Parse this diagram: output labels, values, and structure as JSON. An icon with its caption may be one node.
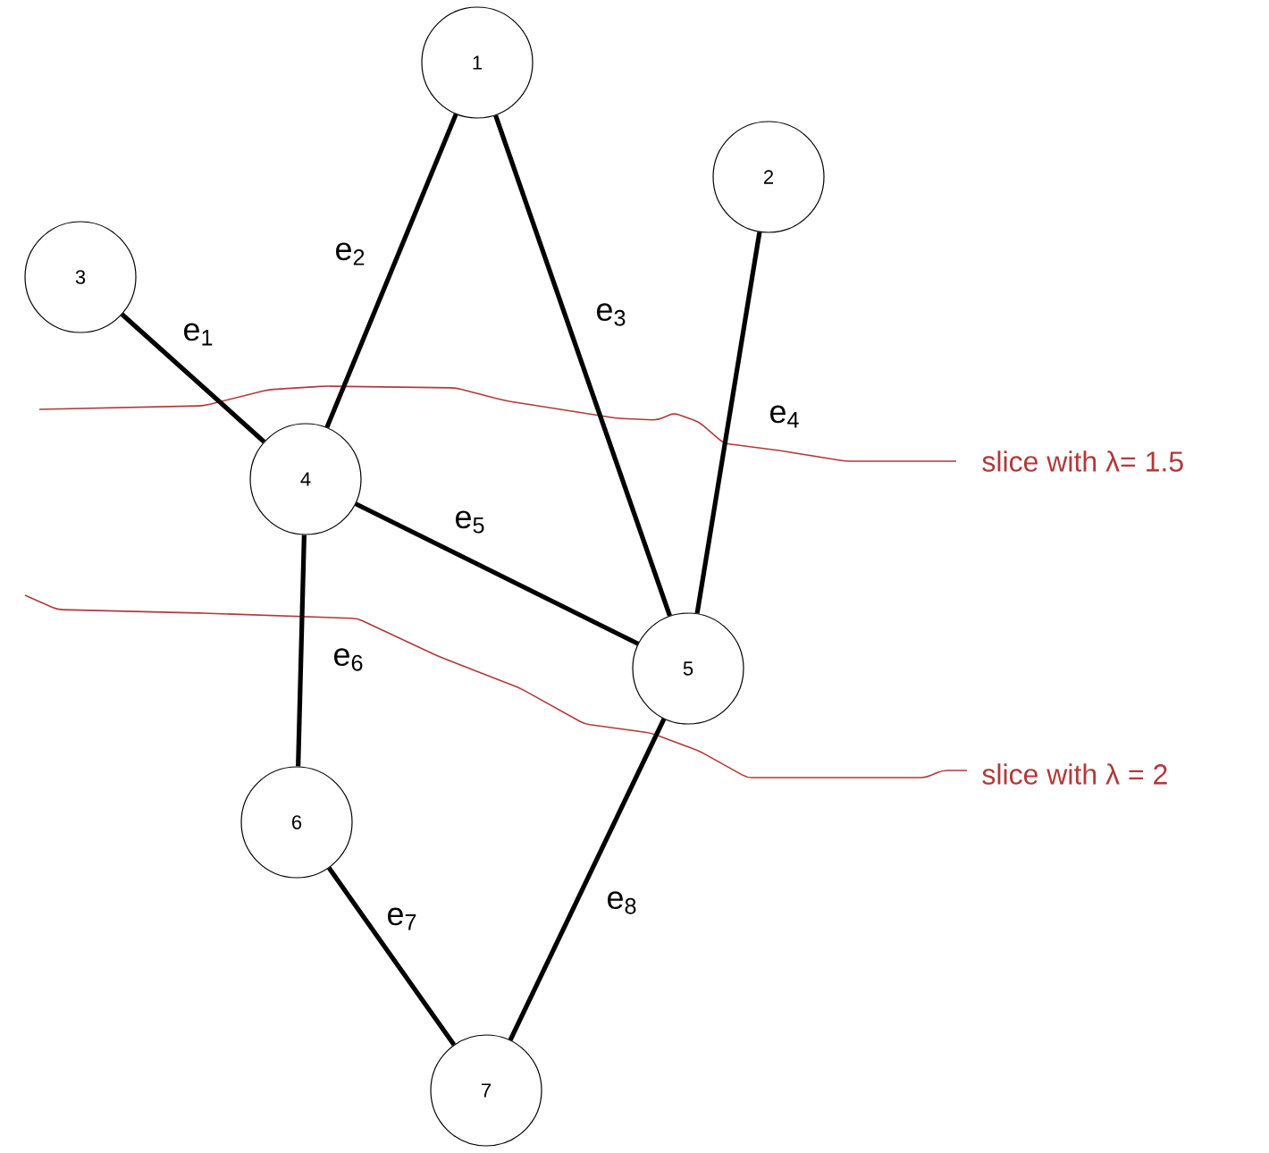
{
  "diagram": {
    "nodes": [
      {
        "text": [
          "1"
        ]
      },
      {
        "text": [
          "2"
        ]
      },
      {
        "text": [
          "3"
        ]
      },
      {
        "text": [
          "4"
        ]
      },
      {
        "text": [
          "5"
        ]
      },
      {
        "text": [
          "6"
        ]
      },
      {
        "text": [
          "7"
        ]
      }
    ],
    "edges": [
      {
        "from": 2,
        "to": 3,
        "arrow": "none",
        "label": "e$_{1}$"
      },
      {
        "from": 0,
        "to": 3,
        "arrow": "none",
        "label": "e$_{2}$"
      },
      {
        "from": 0,
        "to": 4,
        "arrow": "none",
        "label": "e$_{3}$"
      },
      {
        "from": 1,
        "to": 4,
        "arrow": "none",
        "label": "e$_{4}$"
      },
      {
        "from": 3,
        "to": 4,
        "arrow": "none",
        "label": "e$_{5}$"
      },
      {
        "from": 3,
        "to": 5,
        "arrow": "none",
        "label": "e$_{6}$"
      },
      {
        "from": 5,
        "to": 6,
        "arrow": "none",
        "label": "e$_{7}$"
      },
      {
        "from": 4,
        "to": 6,
        "arrow": "none",
        "label": "e$_{8}$"
      }
    ],
    "labels": [
      "slice with λ= 1.5",
      "slice with λ = 2"
    ]
  }
}
